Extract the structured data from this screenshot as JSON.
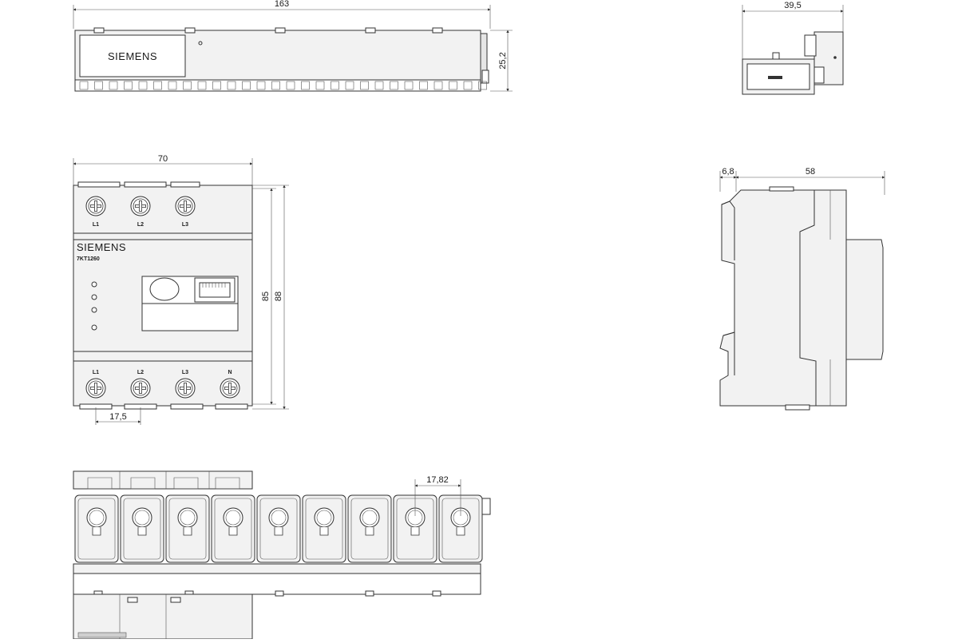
{
  "brand": {
    "name": "SIEMENS",
    "model": "7KT1260"
  },
  "dimensions": {
    "top_width": "163",
    "top_height": "25,2",
    "side_top_width": "39,5",
    "front_width": "70",
    "front_inner_height": "85",
    "front_outer_height": "88",
    "terminal_pitch": "17,5",
    "side_offset": "6,8",
    "side_depth": "58",
    "ct_pitch": "17,82"
  },
  "terminals": {
    "top": [
      "L1",
      "L2",
      "L3"
    ],
    "bottom": [
      "L1",
      "L2",
      "L3",
      "N"
    ]
  },
  "colors": {
    "line": "#333333",
    "panel": "#f2f2f2",
    "panel_dark": "#e6e6e6"
  }
}
